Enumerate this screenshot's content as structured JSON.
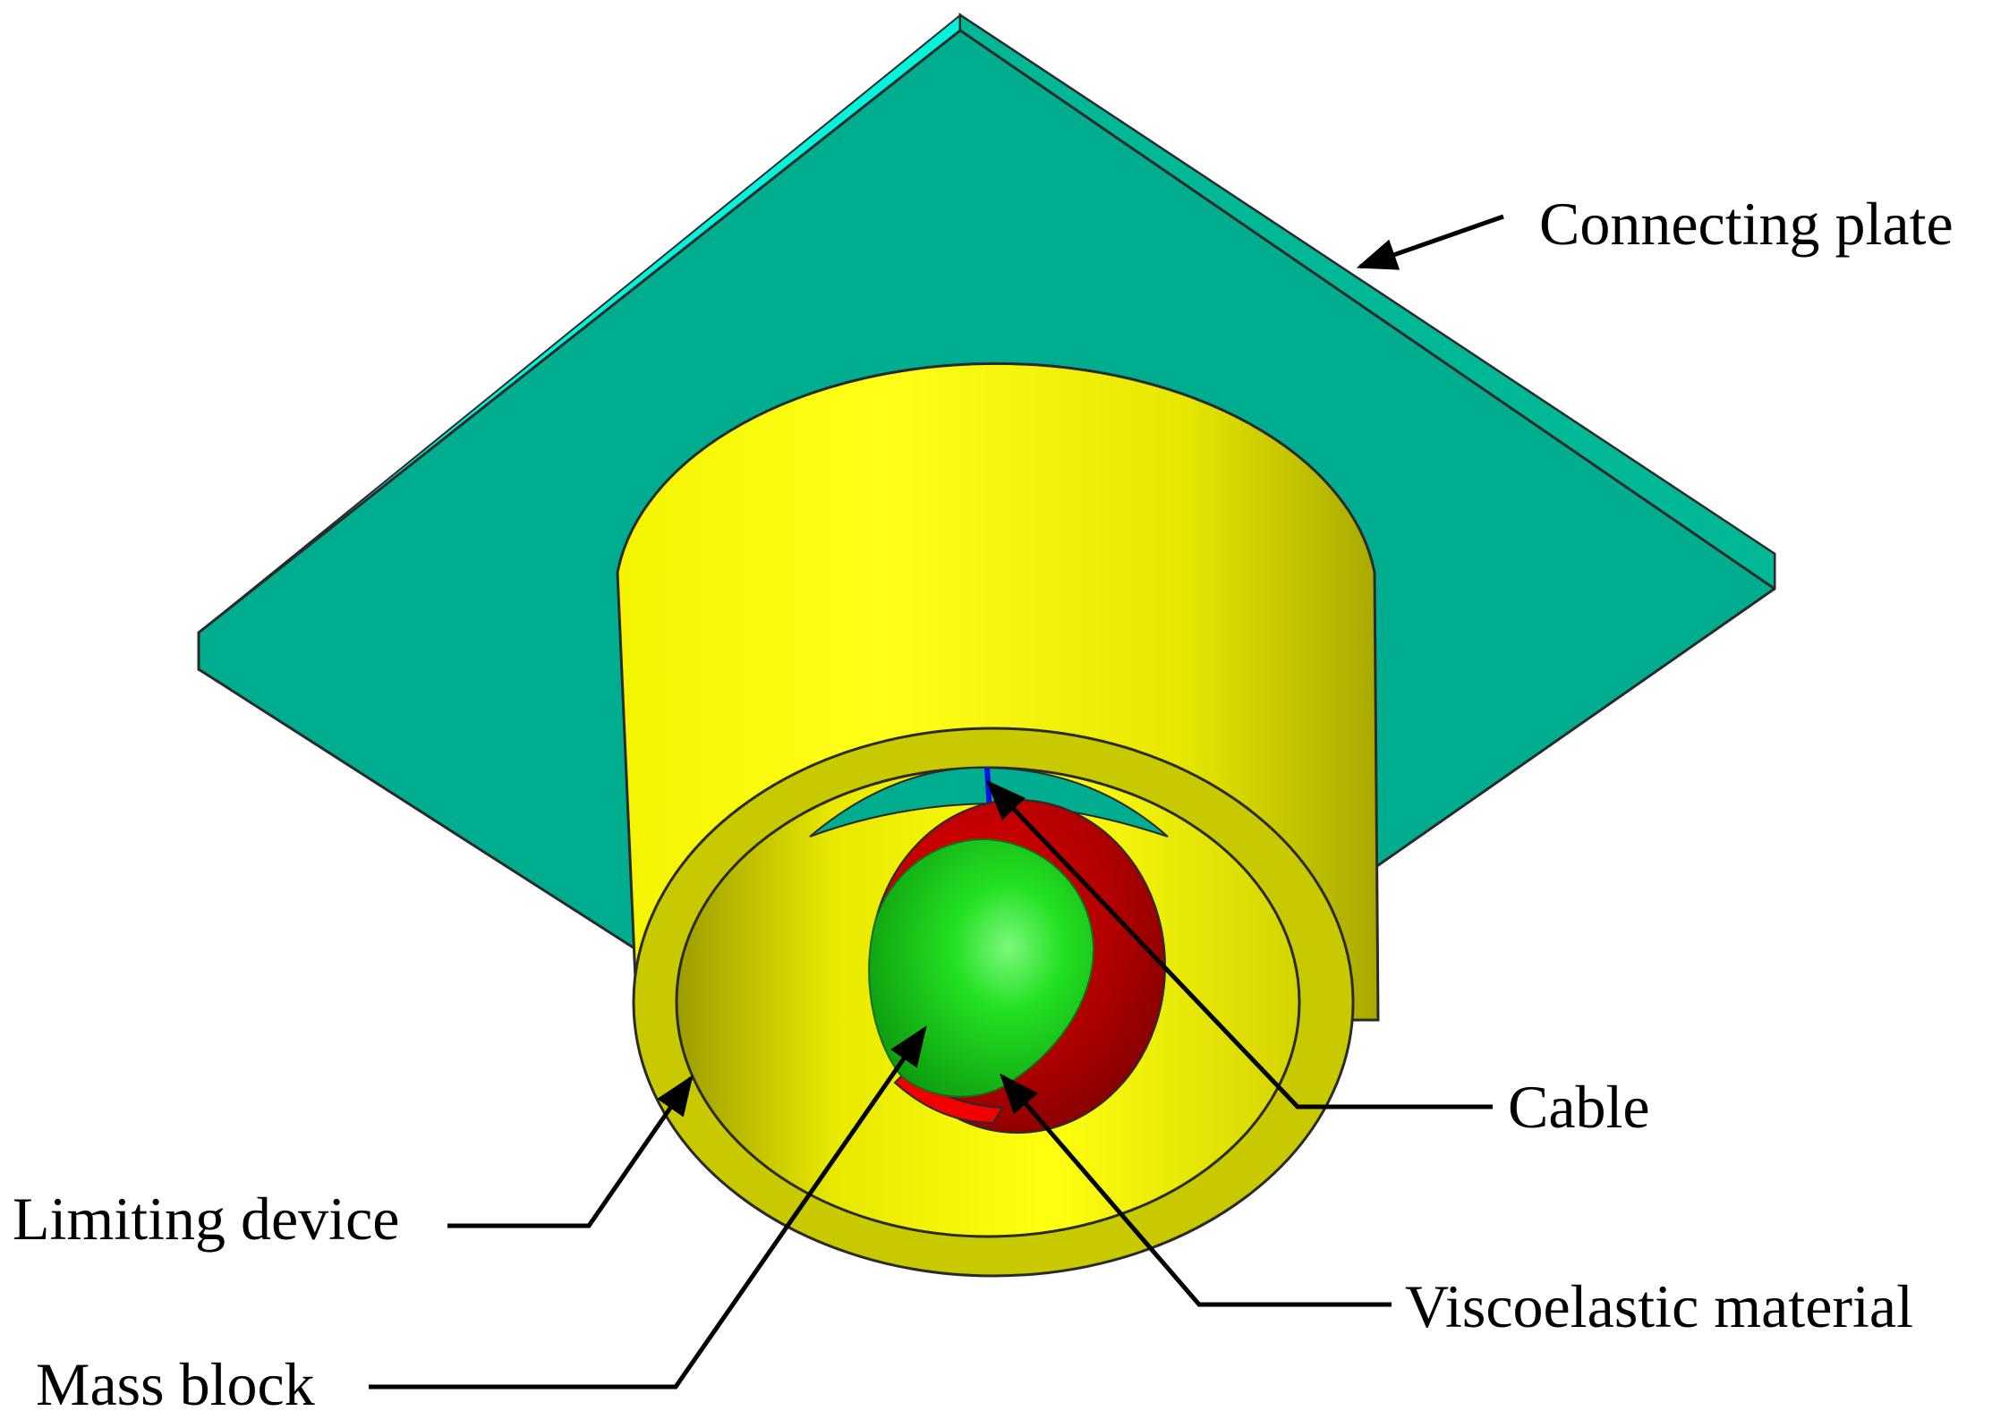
{
  "labels": {
    "connecting_plate": "Connecting plate",
    "cable": "Cable",
    "limiting_device": "Limiting device",
    "viscoelastic_material": "Viscoelastic material",
    "mass_block": "Mass block"
  },
  "colors": {
    "plate_top": "#00AE8F",
    "plate_edge": "#00F5DC",
    "limiting_device": "#F0F000",
    "limiting_device_shadow": "#BDBD00",
    "viscoelastic_material": "#D00000",
    "mass_block": "#22E022",
    "cable": "#1010E0",
    "outline": "#2A2A2A"
  }
}
